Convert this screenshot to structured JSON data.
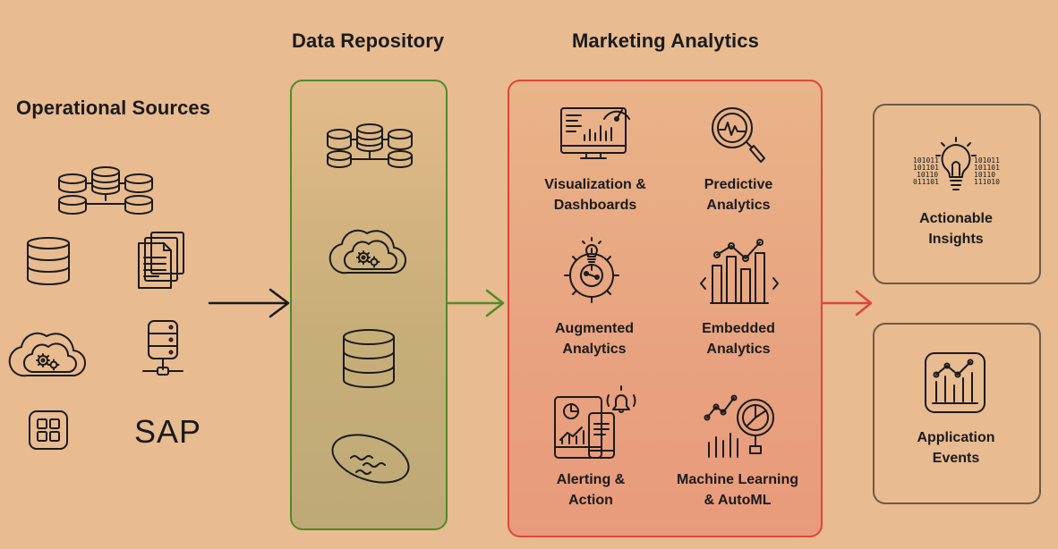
{
  "headings": {
    "operational_sources": "Operational Sources",
    "data_repository": "Data Repository",
    "marketing_analytics": "Marketing Analytics"
  },
  "sources": {
    "sap_text": "SAP"
  },
  "analytics": {
    "visualization": "Visualization &\nDashboards",
    "predictive": "Predictive\nAnalytics",
    "augmented": "Augmented\nAnalytics",
    "embedded": "Embedded\nAnalytics",
    "alerting": "Alerting &\nAction",
    "ml": "Machine Learning\n& AutoML"
  },
  "outputs": {
    "insights": "Actionable\nInsights",
    "insights_binary_left": [
      "101011",
      "101101",
      "10110",
      "011101"
    ],
    "insights_binary_right": [
      "101011",
      "101101",
      "10110",
      "111010"
    ],
    "events": "Application\nEvents"
  },
  "colors": {
    "background": "#e8bb90",
    "repository_border": "#4f8b2a",
    "analytics_border": "#e0453a",
    "output_border": "#6b5a48",
    "arrow_black": "#1a1a1a",
    "arrow_green": "#4f8b2a",
    "arrow_red": "#e0453a"
  },
  "icons": [
    "database-network-icon",
    "database-icon",
    "documents-icon",
    "cloud-gear-icon",
    "server-network-icon",
    "apps-grid-icon",
    "data-lake-icon",
    "monitor-dashboard-icon",
    "magnifier-chart-icon",
    "gear-lightbulb-icon",
    "bar-chart-code-icon",
    "tablet-bell-icon",
    "magnifier-pie-chart-icon",
    "lightbulb-binary-icon",
    "app-chart-icon"
  ]
}
